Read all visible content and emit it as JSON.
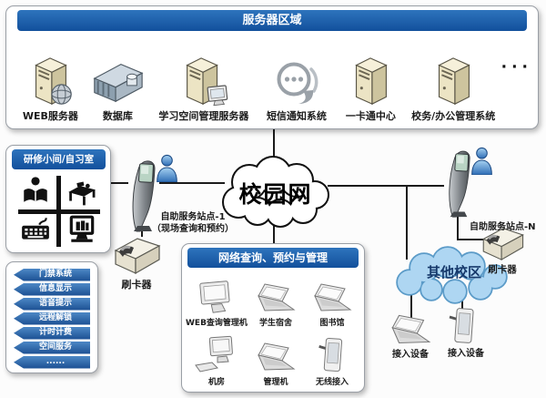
{
  "colors": {
    "header_blue": "#1b5aa6",
    "line": "#1b1b1b",
    "other_cloud_fill": "#aed6f2",
    "other_cloud_stroke": "#5b9bc8"
  },
  "server_area": {
    "title": "服务器区域",
    "items": [
      {
        "label": "WEB服务器",
        "icon": "web-server"
      },
      {
        "label": "数据库",
        "icon": "database-rack"
      },
      {
        "label": "学习空间管理服务器",
        "icon": "learning-space-server"
      },
      {
        "label": "短信通知系统",
        "icon": "sms-bubbles"
      },
      {
        "label": "一卡通中心",
        "icon": "card-center-server"
      },
      {
        "label": "校务/办公管理系统",
        "icon": "office-server"
      }
    ],
    "more_dots": "···"
  },
  "campus_network": {
    "label": "校园网"
  },
  "study_room": {
    "title": "研修小间/自习室"
  },
  "self_service_left": {
    "name": "自助服务站点-1",
    "note": "（现场查询和预约）",
    "reader": "刷卡器"
  },
  "self_service_right": {
    "name": "自助服务站点-N",
    "reader": "刷卡器"
  },
  "features": {
    "items": [
      "门禁系统",
      "信息显示",
      "语音提示",
      "远程解锁",
      "计时计费",
      "空间服务",
      "......"
    ]
  },
  "network_mgmt": {
    "title": "网络查询、预约与管理",
    "items": [
      {
        "label": "WEB查询管理机",
        "icon": "monitor"
      },
      {
        "label": "学生宿舍",
        "icon": "laptop"
      },
      {
        "label": "图书馆",
        "icon": "laptop"
      },
      {
        "label": "机房",
        "icon": "desktop-pc"
      },
      {
        "label": "管理机",
        "icon": "laptop"
      },
      {
        "label": "无线接入",
        "icon": "handheld"
      }
    ]
  },
  "other_campus": {
    "label": "其他校区",
    "devices": [
      {
        "label": "接入设备",
        "icon": "laptop"
      },
      {
        "label": "接入设备",
        "icon": "handheld"
      }
    ]
  }
}
